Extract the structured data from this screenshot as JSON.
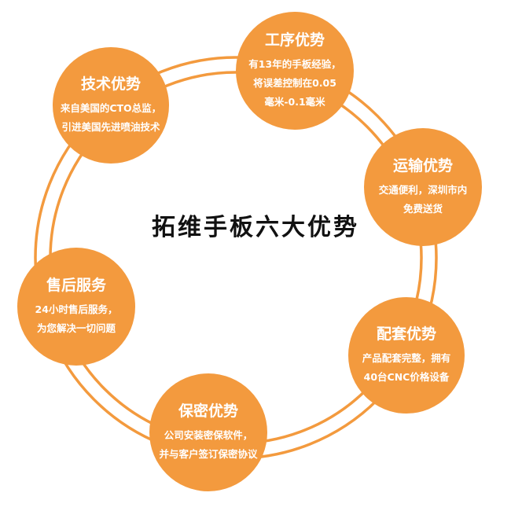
{
  "center_title": "拓维手板六大优势",
  "colors": {
    "node_fill": "#F39A3E",
    "ring_stroke": "#F39A3E",
    "node_text": "#FFFFFF",
    "center_text": "#111111"
  },
  "nodes": {
    "process": {
      "title": "工序优势",
      "lines": [
        "有13年的手板经验，",
        "将误差控制在0.05",
        "毫米-0.1毫米"
      ]
    },
    "tech": {
      "title": "技术优势",
      "lines": [
        "来自美国的CTO总监，",
        "引进美国先进喷油技术"
      ]
    },
    "transport": {
      "title": "运输优势",
      "lines": [
        "交通便利，深圳市内",
        "免费送货"
      ]
    },
    "service": {
      "title": "售后服务",
      "lines": [
        "24小时售后服务，",
        "为您解决一切问题"
      ]
    },
    "matching": {
      "title": "配套优势",
      "lines": [
        "产品配套完整，拥有",
        "40台CNC价格设备"
      ]
    },
    "secrecy": {
      "title": "保密优势",
      "lines": [
        "公司安装密保软件，",
        "并与客户签订保密协议"
      ]
    }
  }
}
